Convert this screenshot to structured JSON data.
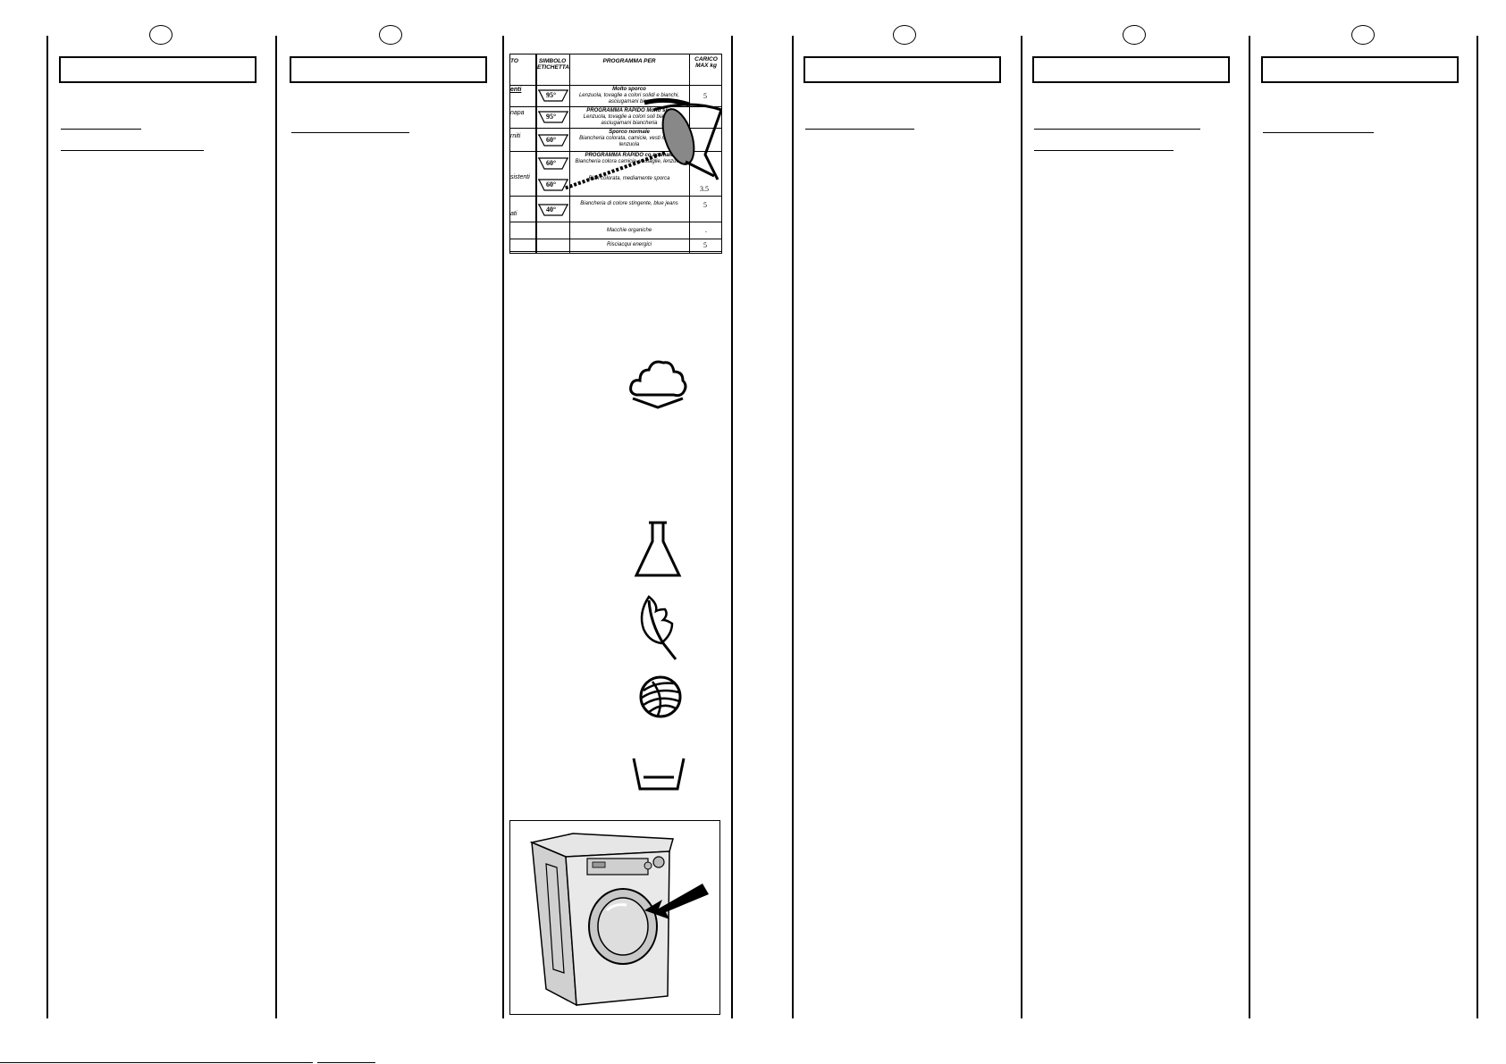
{
  "table": {
    "headers": {
      "fabric": "TO",
      "symbol": "SIMBOLO ETICHETTA",
      "program": "PROGRAMMA PER",
      "load": "CARICO MAX kg"
    },
    "left_labels": [
      "enti",
      "napa",
      "rniti",
      "sistenti",
      "ati"
    ],
    "rows": [
      {
        "temp": "95°",
        "title": "Molto sporco",
        "desc": "Lenzuola, tovaglie a colori solidi e bianchi, asciugamani bian",
        "load": "5"
      },
      {
        "temp": "95°",
        "title": "PROGRAMMA RAPIDO Molto spo",
        "desc": "Lenzuola, tovaglie a colori soli bianchi, asciugamani biancheria",
        "load": ""
      },
      {
        "temp": "60°",
        "title": "Sporco normale",
        "desc": "Biancheria colorata, camicie, vesti maglie, lenzuola",
        "load": ""
      },
      {
        "temp": "60°",
        "title": "PROGRAMMA RAPIDO  co normale",
        "desc": "Biancheria colora camicie, vestaglie, lenzuola",
        "load": ""
      },
      {
        "temp": "60°",
        "title": "",
        "desc": "Bian colorata, mediamente sporca",
        "load": "3.5"
      },
      {
        "temp": "40°",
        "title": "",
        "desc": "Biancheria di colore stingente, blue jeans",
        "load": "5"
      },
      {
        "temp": "",
        "title": "",
        "desc": "Macchie organiche",
        "load": "."
      },
      {
        "temp": "",
        "title": "",
        "desc": "Risciacqui energici",
        "load": "5"
      }
    ]
  },
  "icons": [
    "cotton-cloud-icon",
    "flask-icon",
    "feather-icon",
    "wool-ball-icon",
    "wash-tub-icon"
  ],
  "illustration": "washing-machine-with-arrow"
}
